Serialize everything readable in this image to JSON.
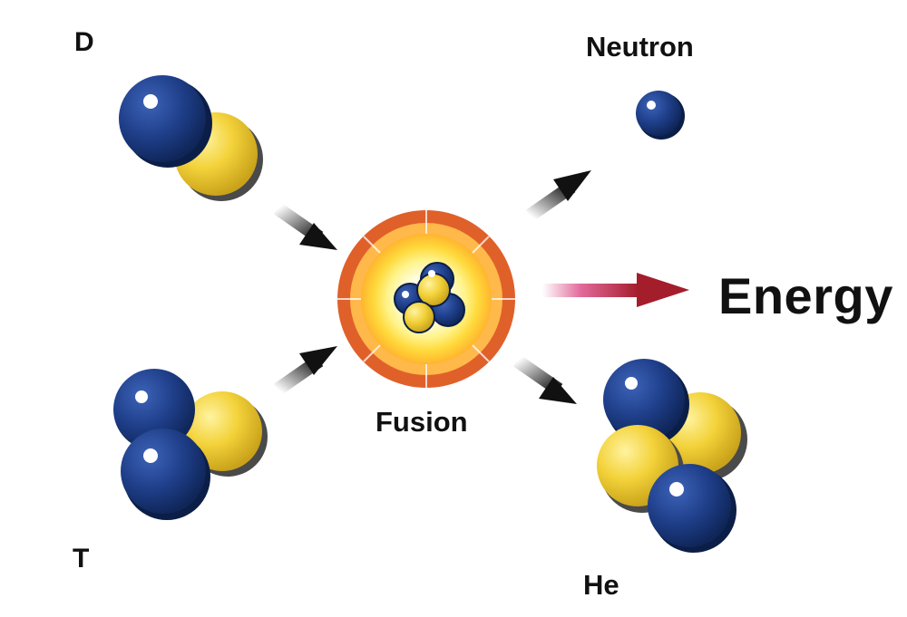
{
  "labels": {
    "deuterium": "D",
    "tritium": "T",
    "neutron": "Neutron",
    "fusion": "Fusion",
    "energy": "Energy",
    "helium": "He"
  },
  "colors": {
    "neutron_blue": "#1f3f8a",
    "proton_yellow": "#f3d23a",
    "fusion_ring": "#e2632a",
    "energy_arrow": "#b0202e",
    "reaction_arrow": "#111111"
  }
}
